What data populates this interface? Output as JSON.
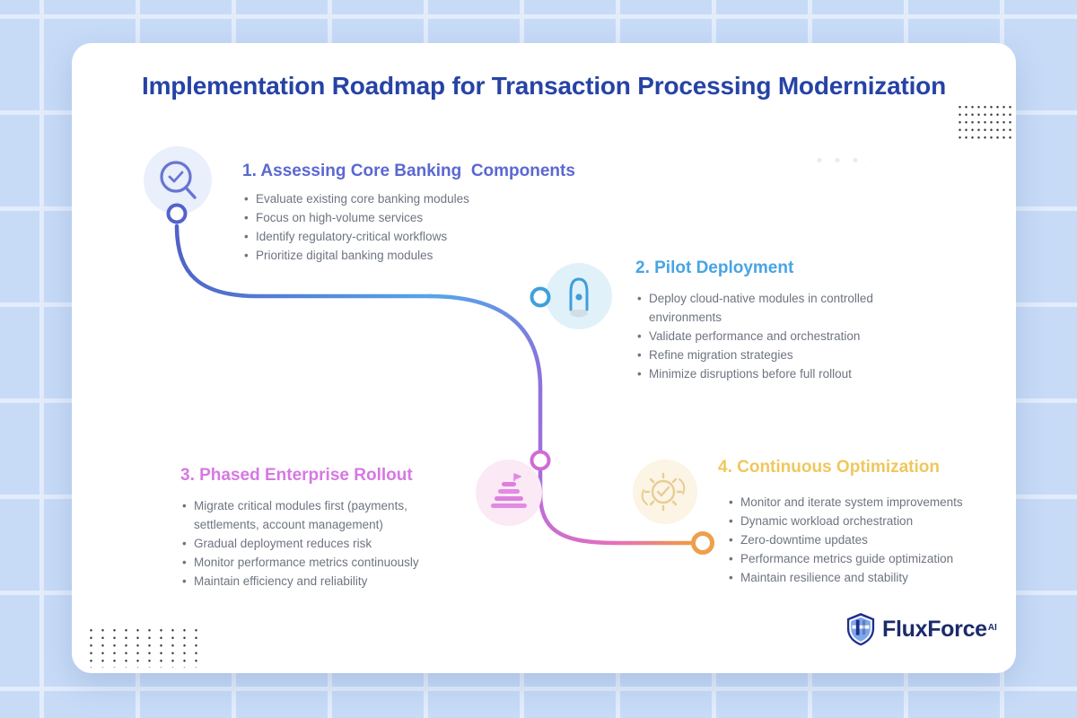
{
  "title": "Implementation Roadmap for Transaction Processing Modernization",
  "steps": [
    {
      "heading": "1. Assessing Core Banking  Components",
      "heading_color": "#5a68d2",
      "icon": "magnifier-check-icon",
      "bullets": [
        "Evaluate existing core banking modules",
        "Focus on high-volume services",
        "Identify regulatory-critical workflows",
        "Prioritize digital banking modules"
      ]
    },
    {
      "heading": "2. Pilot Deployment",
      "heading_color": "#47a4e5",
      "icon": "rocket-icon",
      "bullets": [
        "Deploy cloud-native modules in controlled environments",
        "Validate performance and orchestration",
        "Refine migration strategies",
        "Minimize disruptions before full rollout"
      ]
    },
    {
      "heading": "3. Phased Enterprise Rollout",
      "heading_color": "#d678e3",
      "icon": "layered-steps-icon",
      "bullets": [
        "Migrate critical modules first (payments, settlements, account management)",
        "Gradual deployment reduces risk",
        "Monitor performance metrics continuously",
        "Maintain efficiency and reliability"
      ]
    },
    {
      "heading": "4. Continuous Optimization",
      "heading_color": "#efc75e",
      "icon": "gear-check-icon",
      "bullets": [
        "Monitor and iterate system improvements",
        "Dynamic workload orchestration",
        "Zero-downtime updates",
        "Performance metrics guide optimization",
        "Maintain resilience and stability"
      ]
    }
  ],
  "logo": {
    "name": "FluxForce",
    "superscript": "AI"
  },
  "colors": {
    "background": "#c7dbf7",
    "grid_line": "#e2ecfb",
    "card": "#ffffff",
    "title": "#2643a5",
    "bullet_text": "#6e7480",
    "path_gradient": [
      "#5061c8",
      "#55a6e6",
      "#9a6fda",
      "#c16cd8",
      "#e470bb",
      "#f09a45"
    ],
    "node_rings": [
      "#5362cb",
      "#3fa0dc",
      "#cf6bd4",
      "#eda04c"
    ]
  }
}
